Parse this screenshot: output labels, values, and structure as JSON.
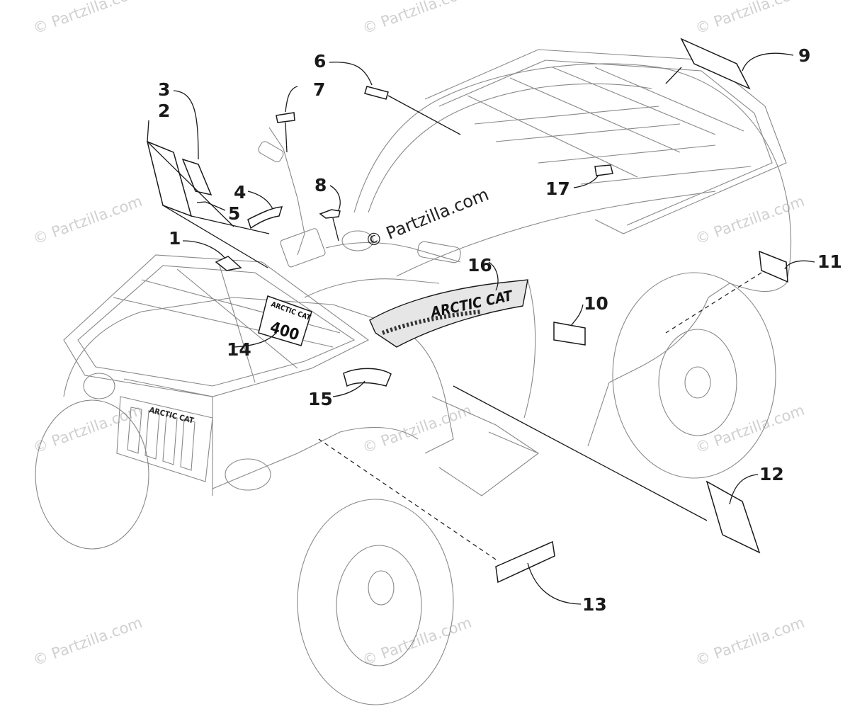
{
  "watermark": {
    "text": "© Partzilla.com",
    "center_text": "© Partzilla.com"
  },
  "brand": {
    "side_logo": "ARCTIC CAT",
    "front_badge_line1": "ARCTIC CAT",
    "front_badge_line2": "400",
    "grille_logo": "ARCTIC CAT"
  },
  "callouts": [
    "1",
    "2",
    "3",
    "4",
    "5",
    "6",
    "7",
    "8",
    "9",
    "10",
    "11",
    "12",
    "13",
    "14",
    "15",
    "16",
    "17"
  ]
}
